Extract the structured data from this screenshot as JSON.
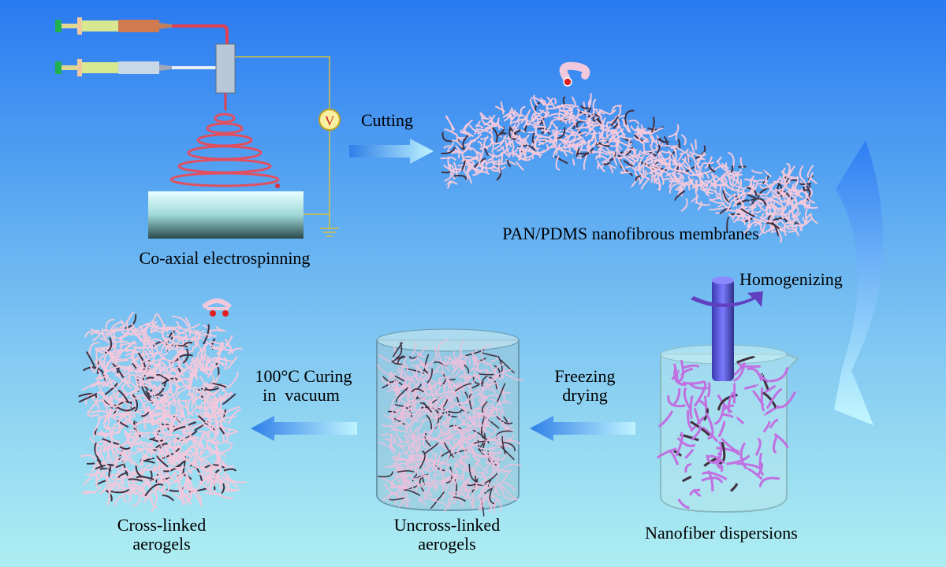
{
  "labels": {
    "electrospinning": "Co-axial electrospinning",
    "voltmeter": "V",
    "cutting": "Cutting",
    "membranes": "PAN/PDMS nanofibrous membranes",
    "homogenizing": "Homogenizing",
    "dispersions": "Nanofiber dispersions",
    "freezing_line1": "Freezing",
    "freezing_line2": "drying",
    "uncross_line1": "Uncross-linked",
    "uncross_line2": "aerogels",
    "curing_line1": "100°C Curing",
    "curing_line2": "in  vacuum",
    "cross_line1": "Cross-linked",
    "cross_line2": "aerogels"
  },
  "colors": {
    "fiber": "#f2c8dc",
    "arrow": "#3a8ef0",
    "core_fiber": "#e03040"
  }
}
